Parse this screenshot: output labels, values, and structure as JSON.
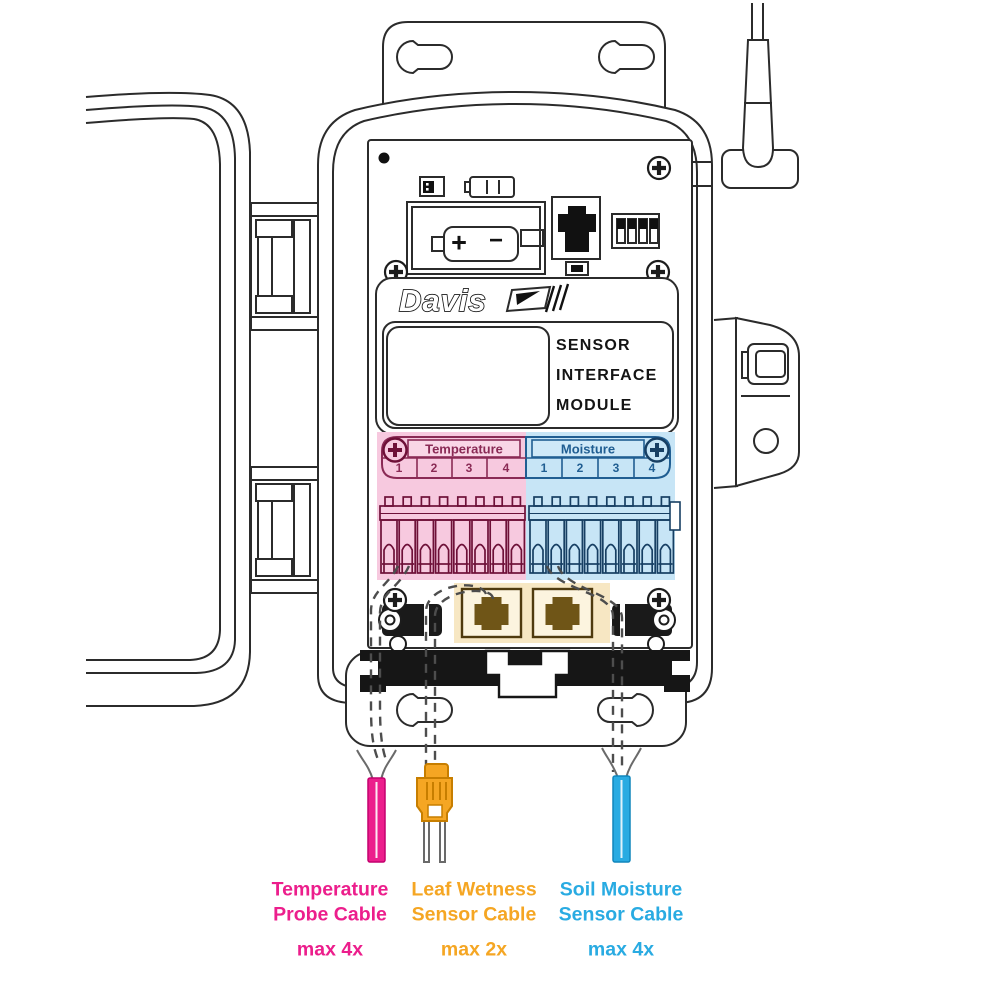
{
  "device": {
    "brand": "Davis",
    "module_label": {
      "line1": "SENSOR",
      "line2": "INTERFACE",
      "line3": "MODULE"
    },
    "battery": {
      "positive": "+",
      "negative": "−"
    },
    "terminal_groups": [
      {
        "name": "Temperature",
        "channels": [
          "1",
          "2",
          "3",
          "4"
        ],
        "accent": "#8A2A55",
        "bg": "#F7C9DF",
        "line_color": "#6E1038"
      },
      {
        "name": "Moisture",
        "channels": [
          "1",
          "2",
          "3",
          "4"
        ],
        "accent": "#205E92",
        "bg": "#C7E5F6",
        "line_color": "#173F63"
      }
    ],
    "rj11_panel": {
      "bg": "#F7E7C3",
      "jack_color": "#6F5517"
    }
  },
  "cables": [
    {
      "label_line1": "Temperature",
      "label_line2": "Probe Cable",
      "max": "max 4x",
      "color": "#EC1E8C"
    },
    {
      "label_line1": "Leaf Wetness",
      "label_line2": "Sensor Cable",
      "max": "max 2x",
      "color": "#F5A623"
    },
    {
      "label_line1": "Soil Moisture",
      "label_line2": "Sensor Cable",
      "max": "max 4x",
      "color": "#29ABE2"
    }
  ]
}
